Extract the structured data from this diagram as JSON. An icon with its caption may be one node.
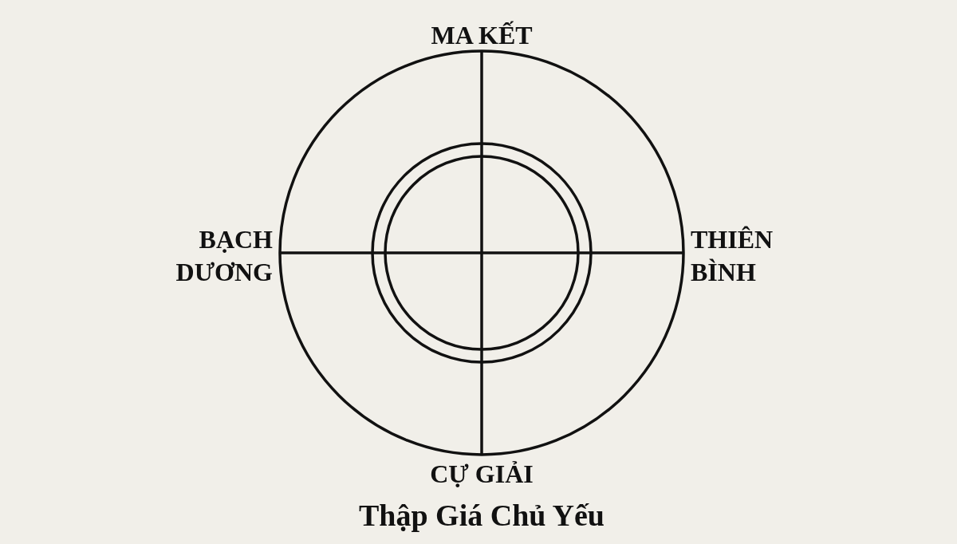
{
  "diagram": {
    "caption": "Thập Giá Chủ Yếu",
    "labels": [
      "MA KẾT",
      "BẠCH DƯƠNG",
      "THIÊN BÌNH",
      "CỰ GIẢI"
    ]
  }
}
